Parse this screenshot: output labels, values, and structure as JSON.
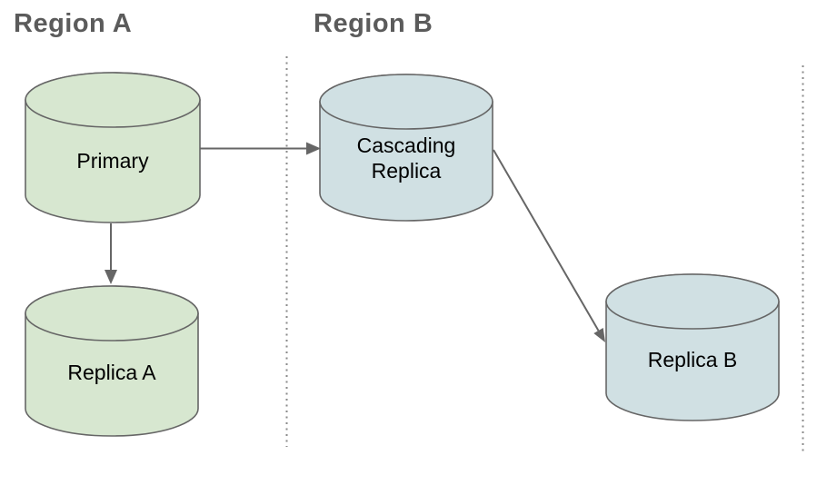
{
  "regions": [
    {
      "label": "Region A"
    },
    {
      "label": "Region B"
    }
  ],
  "nodes": [
    {
      "id": "primary",
      "label": "Primary",
      "region": "Region A",
      "type": "database-cylinder"
    },
    {
      "id": "replica-a",
      "label": "Replica A",
      "region": "Region A",
      "type": "database-cylinder"
    },
    {
      "id": "cascading-replica",
      "label": "Cascading Replica",
      "region": "Region B",
      "type": "database-cylinder"
    },
    {
      "id": "replica-b",
      "label": "Replica B",
      "region": "Region B",
      "type": "database-cylinder"
    }
  ],
  "edges": [
    {
      "from": "Primary",
      "to": "Cascading Replica",
      "style": "arrow"
    },
    {
      "from": "Primary",
      "to": "Replica A",
      "style": "arrow"
    },
    {
      "from": "Cascading Replica",
      "to": "Replica B",
      "style": "arrow"
    }
  ],
  "colors": {
    "region_a_node_fill": "#d7e7d0",
    "region_b_node_fill": "#d0e0e3",
    "node_stroke": "#666666",
    "edge": "#666666",
    "divider": "#8a8a8a",
    "heading_text": "#5b5b5b",
    "label_text": "#000000",
    "background": "#ffffff"
  }
}
